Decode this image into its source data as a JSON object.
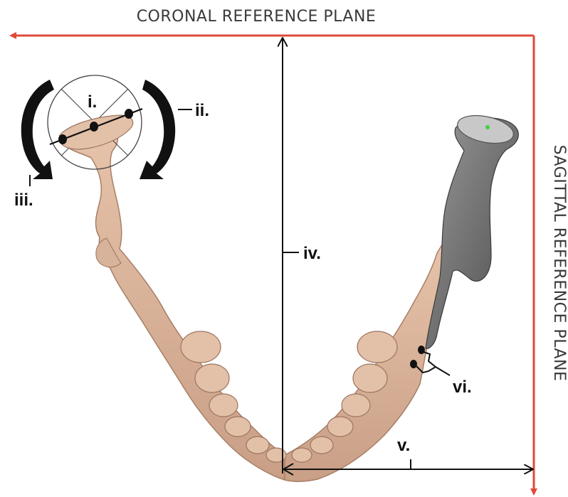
{
  "planes": {
    "coronal": "CORONAL REFERENCE PLANE",
    "sagittal": "SAGITTAL REFERENCE PLANE"
  },
  "labels": {
    "i": "i.",
    "ii": "ii.",
    "iii": "iii.",
    "iv": "iv.",
    "v": "v.",
    "vi": "vi."
  },
  "colors": {
    "reference_plane": "#e04a3a",
    "bone_left": "#d9b49c",
    "bone_right": "#d2ab92",
    "bone_shadow": "#a77f66",
    "condyle_grey": "#6b6b6b",
    "annotation": "#111111"
  },
  "icons": {
    "rotation_arrows": "curved-arrow-icon",
    "landmark_points": "dot-marker-icon"
  }
}
